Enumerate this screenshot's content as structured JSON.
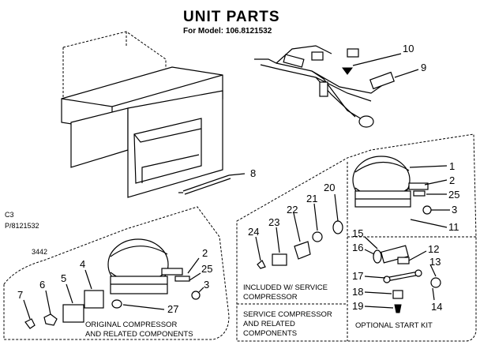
{
  "header": {
    "title": "UNIT PARTS",
    "model_line": "For Model: 106.8121532"
  },
  "side_text": {
    "c3": "C3",
    "part_ref": "P/8121532",
    "code": "3442"
  },
  "callouts": {
    "n1": "1",
    "n2a": "2",
    "n2b": "2",
    "n3a": "3",
    "n3b": "3",
    "n4": "4",
    "n5": "5",
    "n6": "6",
    "n7": "7",
    "n8": "8",
    "n9": "9",
    "n10": "10",
    "n11": "11",
    "n12": "12",
    "n13": "13",
    "n14": "14",
    "n15": "15",
    "n16": "16",
    "n17": "17",
    "n18": "18",
    "n19": "19",
    "n20": "20",
    "n21": "21",
    "n22": "22",
    "n23": "23",
    "n24": "24",
    "n25a": "25",
    "n25b": "25",
    "n27": "27"
  },
  "captions": {
    "original_l1": "ORIGINAL COMPRESSOR",
    "original_l2": "AND RELATED COMPONENTS",
    "included_l1": "INCLUDED W/ SERVICE",
    "included_l2": "COMPRESSOR",
    "service_l1": "SERVICE COMPRESSOR",
    "service_l2": "AND RELATED",
    "service_l3": "COMPONENTS",
    "optional": "OPTIONAL START KIT"
  }
}
